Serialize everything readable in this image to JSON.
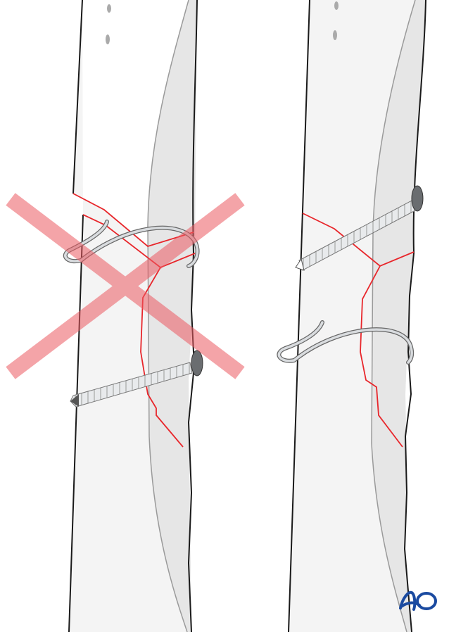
{
  "figure": {
    "panels": [
      {
        "id": "incorrect",
        "status": "crossed-out",
        "implants": [
          "cerclage-wire",
          "lag-screw"
        ]
      },
      {
        "id": "correct",
        "status": "accepted",
        "implants": [
          "lag-screw",
          "cerclage-wire"
        ]
      }
    ],
    "logo": {
      "text": "AO"
    }
  },
  "colors": {
    "bone": "#f4f4f4",
    "bone_shade": "#e6e6e6",
    "outline": "#1a1a1a",
    "fracture_line": "#e8262b",
    "cross_mark": "#f2a0a3",
    "implant": "#d9dcdf",
    "logo": "#1a4aa0"
  }
}
